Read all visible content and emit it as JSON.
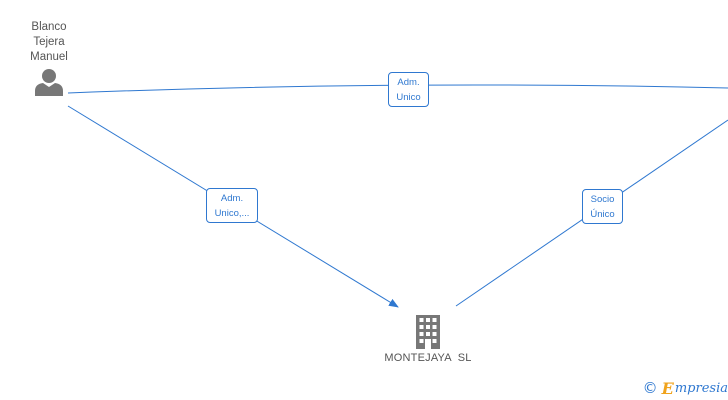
{
  "nodes": {
    "person": {
      "name_line1": "Blanco",
      "name_line2": "Tejera",
      "name_line3": "Manuel",
      "icon": "person-icon"
    },
    "company": {
      "name": "MONTEJAYA  SL",
      "icon": "building-icon"
    }
  },
  "edges": {
    "top": {
      "line1": "Adm.",
      "line2": "Unico"
    },
    "left": {
      "line1": "Adm.",
      "line2": "Unico,..."
    },
    "right": {
      "line1": "Socio",
      "line2": "Único"
    }
  },
  "brand": {
    "copyright": "©",
    "initial": "E",
    "rest": "mpresia"
  },
  "colors": {
    "edge": "#2f78d0",
    "node_icon": "#777777",
    "text": "#555555",
    "brand_accent": "#f0a31c"
  }
}
